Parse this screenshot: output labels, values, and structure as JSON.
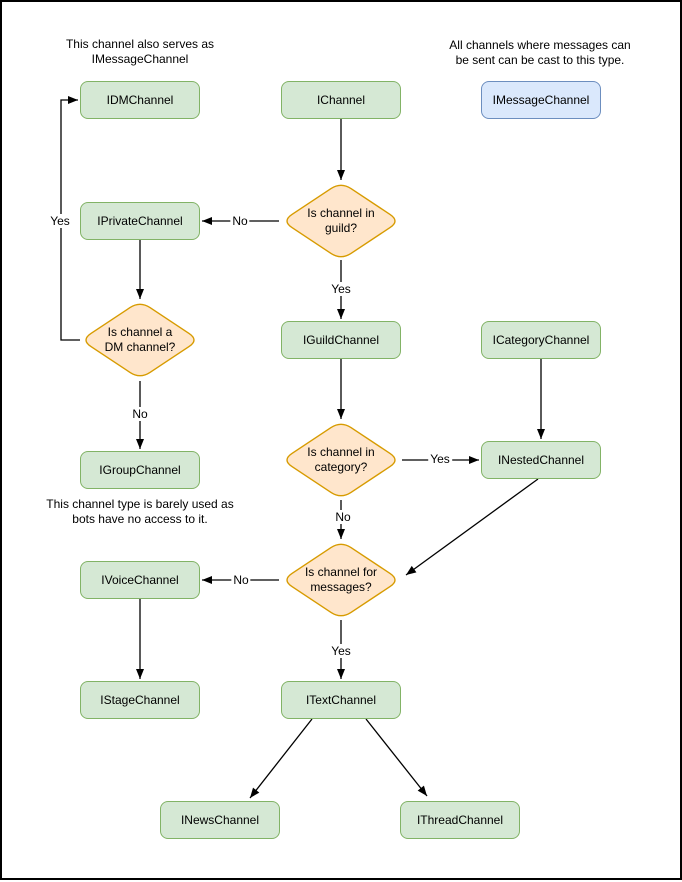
{
  "colors": {
    "node_fill": "#d5e8d4",
    "node_stroke": "#82b366",
    "message_fill": "#dae8fc",
    "message_stroke": "#6c8ebf",
    "decision_fill": "#ffe6cc",
    "decision_stroke": "#d79b00",
    "edge": "#000000"
  },
  "notes": {
    "dm_serves": "This channel also serves as\nIMessageChannel",
    "message_cast": "All channels where messages can\nbe sent can be cast to this type.",
    "group_barely_used": "This channel type is barely used as\nbots have no access to it."
  },
  "nodes": {
    "idm": "IDMChannel",
    "ichannel": "IChannel",
    "imessage": "IMessageChannel",
    "iprivate": "IPrivateChannel",
    "iguild": "IGuildChannel",
    "icategory": "ICategoryChannel",
    "igroup": "IGroupChannel",
    "inested": "INestedChannel",
    "ivoice": "IVoiceChannel",
    "istage": "IStageChannel",
    "itext": "ITextChannel",
    "inews": "INewsChannel",
    "ithread": "IThreadChannel"
  },
  "decisions": {
    "in_guild": "Is channel in\nguild?",
    "is_dm": "Is channel a\nDM channel?",
    "in_category": "Is channel in\ncategory?",
    "for_messages": "Is channel for\nmessages?"
  },
  "edge_labels": {
    "guild_no": "No",
    "guild_yes": "Yes",
    "dm_yes": "Yes",
    "dm_no": "No",
    "category_yes": "Yes",
    "category_no": "No",
    "messages_no": "No",
    "messages_yes": "Yes"
  }
}
